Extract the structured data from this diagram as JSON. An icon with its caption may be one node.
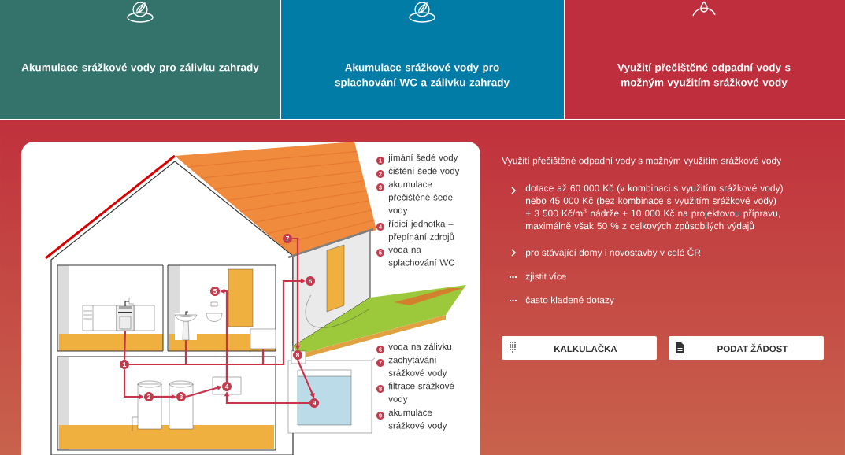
{
  "diagram": {
    "nodes": [
      {
        "text": [
          "Akumulace srážkové vody pro zálivku zahrady"
        ]
      },
      {
        "text": [
          "Akumulace srážkové vody pro splachování WC a zálivku zahrady"
        ]
      },
      {
        "text": [
          "Využití přečištěné odpadní vody s možným využitím srážkové vody"
        ]
      },
      {
        "text": [
          "1"
        ]
      },
      {
        "text": [
          "2"
        ]
      },
      {
        "text": [
          "3"
        ]
      },
      {
        "text": [
          "4"
        ]
      },
      {
        "text": [
          "5"
        ]
      },
      {
        "text": [
          "6"
        ]
      },
      {
        "text": [
          "7"
        ]
      },
      {
        "text": [
          "8"
        ]
      },
      {
        "text": [
          "9"
        ]
      },
      {
        "text": [],
        "shape": "picture"
      },
      {
        "text": [],
        "shape": "picture"
      },
      {
        "text": [],
        "shape": "box"
      }
    ],
    "edges": [
      {
        "from": 3,
        "to": 4,
        "arrow": "to"
      },
      {
        "from": 4,
        "to": 5,
        "arrow": "to"
      },
      {
        "from": 5,
        "to": 6,
        "arrow": "to"
      },
      {
        "from": 6,
        "to": 7,
        "arrow": "to"
      },
      {
        "from": 6,
        "to": 8,
        "arrow": "to"
      },
      {
        "from": 9,
        "to": 10,
        "arrow": "to"
      },
      {
        "from": 10,
        "to": 11,
        "arrow": "to"
      },
      {
        "from": 11,
        "to": 6,
        "arrow": "to"
      },
      {
        "from": 12,
        "to": 3,
        "arrow": "none"
      },
      {
        "from": 13,
        "to": 3,
        "arrow": "none"
      },
      {
        "from": 14,
        "to": 3,
        "arrow": "none"
      }
    ],
    "labels": [
      "1",
      "jímání šedé vody",
      "2",
      "čištění šedé vody",
      "3",
      "akumulace přečištěné šedé vody",
      "4",
      "řídicí jednotka – přepínání zdrojů",
      "5",
      "voda na splachování WC",
      "6",
      "voda na zálivku",
      "7",
      "zachytávání srážkové vody",
      "8",
      "filtrace srážkové vody",
      "9",
      "akumulace srážkové vody",
      "Využití přečištěné odpadní vody s možným využitím srážkové vody",
      "dotace až 60 000 Kč (v kombinaci s využitím srážkové vody) nebo 45 000 Kč (bez kombinace s využitím srážkové vody) + 3 500 Kč/m$^{3}$ nádrže + 10 000 Kč na projektovou přípravu, maximálně však 50 % z celkových způsobilých výdajů",
      "pro stávající domy i novostavby v celé ČR",
      "zjistit více",
      "často kladené dotazy",
      "KALKULAČKA",
      "PODAT ŽÁDOST"
    ]
  }
}
